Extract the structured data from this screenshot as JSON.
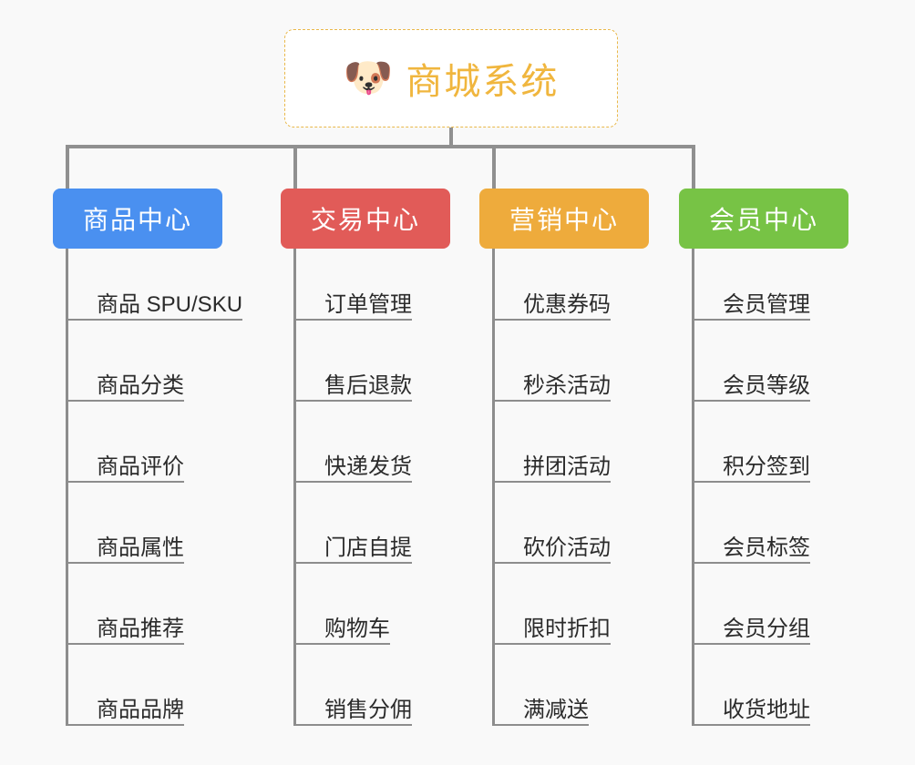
{
  "page": {
    "background_color": "#f9f9f9",
    "connector_color": "#8d8d8d"
  },
  "root": {
    "icon": "dog-face-emoji",
    "icon_glyph": "🐶",
    "title": "商城系统",
    "title_color": "#f0b63e",
    "border_color": "#e9b84a",
    "background_color": "#ffffff"
  },
  "branches": [
    {
      "id": "product-center",
      "label": "商品中心",
      "color": "#4a90f0",
      "items": [
        {
          "label": "商品 SPU/SKU"
        },
        {
          "label": "商品分类"
        },
        {
          "label": "商品评价"
        },
        {
          "label": "商品属性"
        },
        {
          "label": "商品推荐"
        },
        {
          "label": "商品品牌"
        }
      ]
    },
    {
      "id": "trade-center",
      "label": "交易中心",
      "color": "#e15b58",
      "items": [
        {
          "label": "订单管理"
        },
        {
          "label": "售后退款"
        },
        {
          "label": "快递发货"
        },
        {
          "label": "门店自提"
        },
        {
          "label": "购物车"
        },
        {
          "label": "销售分佣"
        }
      ]
    },
    {
      "id": "marketing-center",
      "label": "营销中心",
      "color": "#eeab3c",
      "items": [
        {
          "label": "优惠券码"
        },
        {
          "label": "秒杀活动"
        },
        {
          "label": "拼团活动"
        },
        {
          "label": "砍价活动"
        },
        {
          "label": "限时折扣"
        },
        {
          "label": "满减送"
        }
      ]
    },
    {
      "id": "member-center",
      "label": "会员中心",
      "color": "#77c345",
      "items": [
        {
          "label": "会员管理"
        },
        {
          "label": "会员等级"
        },
        {
          "label": "积分签到"
        },
        {
          "label": "会员标签"
        },
        {
          "label": "会员分组"
        },
        {
          "label": "收货地址"
        }
      ]
    }
  ]
}
